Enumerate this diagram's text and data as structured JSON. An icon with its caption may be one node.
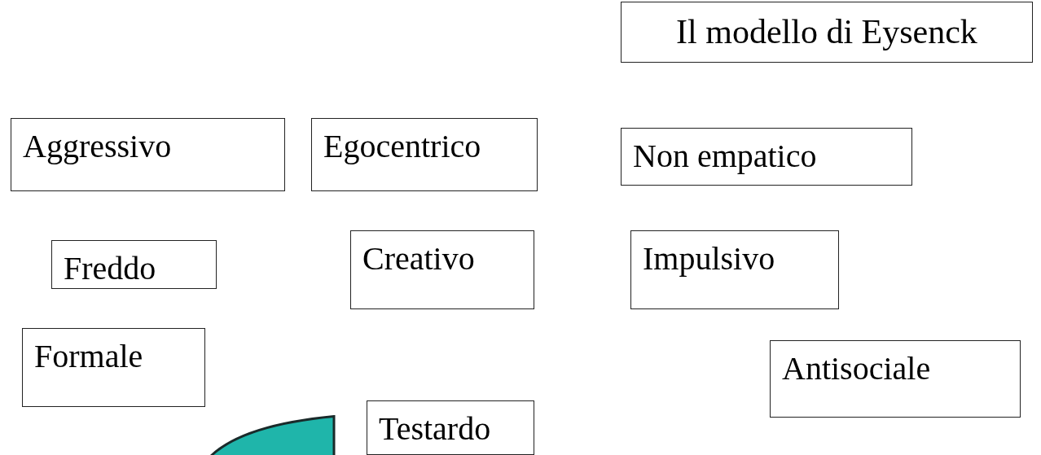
{
  "diagram": {
    "title": "Il modello di Eysenck",
    "nodes": [
      {
        "text": [
          "Aggressivo"
        ]
      },
      {
        "text": [
          "Egocentrico"
        ]
      },
      {
        "text": [
          "Non empatico"
        ]
      },
      {
        "text": [
          "Freddo"
        ]
      },
      {
        "text": [
          "Creativo"
        ]
      },
      {
        "text": [
          "Impulsivo"
        ]
      },
      {
        "text": [
          "Formale"
        ]
      },
      {
        "text": [
          "Antisociale"
        ]
      },
      {
        "text": [
          "Testardo"
        ]
      },
      {
        "text": [],
        "shape": "circle"
      }
    ],
    "edges": []
  }
}
